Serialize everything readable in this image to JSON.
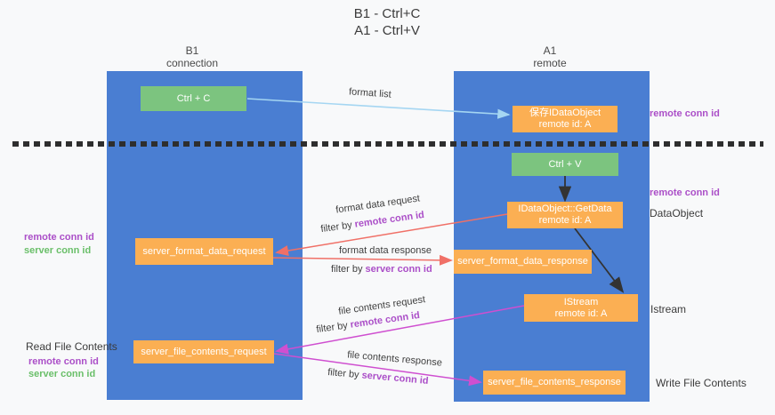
{
  "title": {
    "line1": "B1 - Ctrl+C",
    "line2": "A1 - Ctrl+V"
  },
  "lanes": {
    "left": {
      "name": "B1",
      "role": "connection"
    },
    "right": {
      "name": "A1",
      "role": "remote"
    }
  },
  "nodes": {
    "ctrl_c": "Ctrl + C",
    "ctrl_v": "Ctrl + V",
    "save_idataobject": {
      "line1": "保存IDataObject",
      "line2": "remote id: A"
    },
    "getdata": {
      "line1": "IDataObject::GetData",
      "line2": "remote id: A"
    },
    "istream": {
      "line1": "IStream",
      "line2": "remote id: A"
    },
    "format_request": "server_format_data_request",
    "format_response": "server_format_data_response",
    "file_request": "server_file_contents_request",
    "file_response": "server_file_contents_response"
  },
  "edge_labels": {
    "format_list": "format list",
    "format_data_request": "format data request",
    "format_data_response": "format data response",
    "file_contents_request": "file contents request",
    "file_contents_response": "file contents response",
    "filter_by": "filter by",
    "remote_conn_id": "remote conn id",
    "server_conn_id": "server conn id"
  },
  "side_labels": {
    "remote_conn_id": "remote conn id",
    "server_conn_id": "server conn id",
    "dataobject": "DataObject",
    "istream": "Istream",
    "read_file_contents": "Read File Contents",
    "write_file_contents": "Write File Contents"
  },
  "colors": {
    "lane_blue": "#4a7ed2",
    "node_orange": "#fbaf53",
    "node_green": "#7cc47f",
    "arrow_light_blue": "#a5d6f2",
    "arrow_salmon": "#f07067",
    "arrow_magenta": "#cf4fd0",
    "arrow_black": "#333333",
    "text_purple": "#ab4fc8",
    "text_green": "#6abf69"
  }
}
